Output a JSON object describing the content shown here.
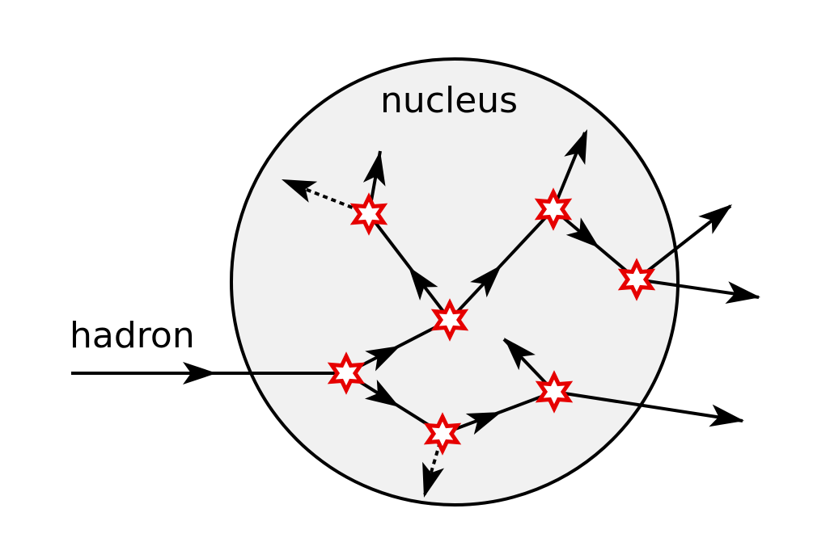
{
  "labels": {
    "nucleus": "nucleus",
    "hadron": "hadron"
  },
  "colors": {
    "nucleus_fill": "#f1f1f1",
    "nucleus_stroke": "#000000",
    "interaction_star": "#e60000",
    "track": "#000000"
  },
  "icons": {
    "interaction_vertex": "six-point-star",
    "particle_direction": "arrowhead"
  }
}
